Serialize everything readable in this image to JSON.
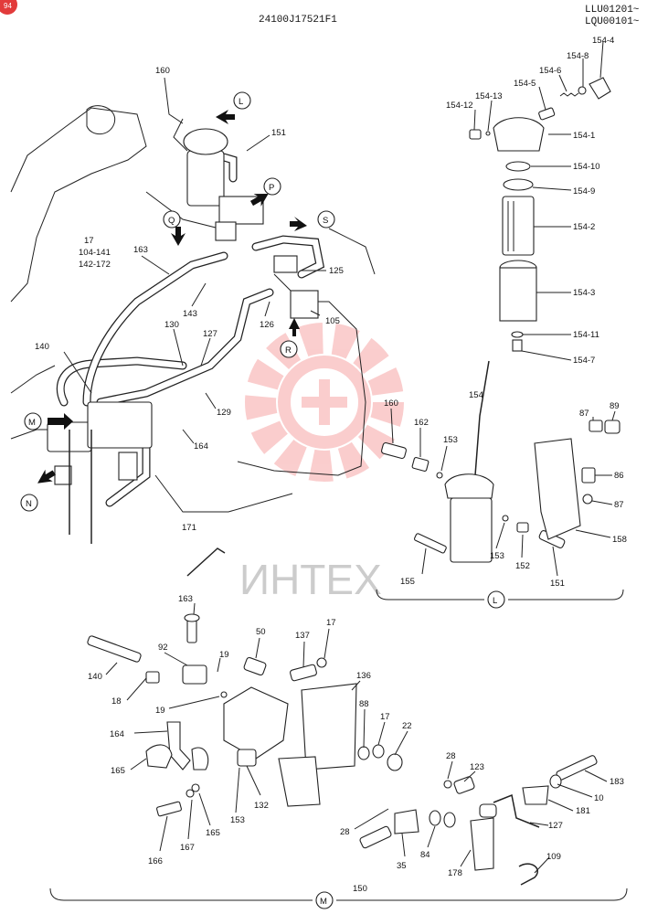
{
  "header": {
    "drawing_number": "24100J17521F1",
    "serial_range_1": "LLU01201~",
    "serial_range_2": "LQU00101~",
    "page_badge": "94"
  },
  "views": {
    "L": "L",
    "M": "M",
    "N": "N",
    "P": "P",
    "Q": "Q",
    "R": "R",
    "S": "S"
  },
  "watermark": {
    "text": "ИНТЕХ",
    "color": "#f06a6a"
  },
  "labels": {
    "l160_top": "160",
    "l151_top": "151",
    "l17_104": "17",
    "l104_141": "104-141",
    "l142_172": "142-172",
    "l163_top": "163",
    "l125": "125",
    "l143": "143",
    "l126": "126",
    "l105": "105",
    "l140_top": "140",
    "l130": "130",
    "l127_top": "127",
    "l129": "129",
    "l164_top": "164",
    "l171": "171",
    "l154_4": "154-4",
    "l154_8": "154-8",
    "l154_6": "154-6",
    "l154_5": "154-5",
    "l154_13": "154-13",
    "l154_12": "154-12",
    "l154_1": "154-1",
    "l154_10": "154-10",
    "l154_9": "154-9",
    "l154_2": "154-2",
    "l154_3": "154-3",
    "l154_11": "154-11",
    "l154_7": "154-7",
    "l154": "154",
    "l160_l": "160",
    "l162": "162",
    "l153_l1": "153",
    "l87_a": "87",
    "l89": "89",
    "l86": "86",
    "l87_b": "87",
    "l158": "158",
    "l155": "155",
    "l153_l2": "153",
    "l152": "152",
    "l151_l": "151",
    "l163_m": "163",
    "l50": "50",
    "l137": "137",
    "l17_a": "17",
    "l140_m": "140",
    "l92": "92",
    "l19_a": "19",
    "l18": "18",
    "l19_b": "19",
    "l136": "136",
    "l88": "88",
    "l17_b": "17",
    "l22": "22",
    "l164_m": "164",
    "l165_a": "165",
    "l28_a": "28",
    "l123": "123",
    "l183": "183",
    "l10": "10",
    "l181": "181",
    "l127_m": "127",
    "l153_m": "153",
    "l132": "132",
    "l165_b": "165",
    "l166": "166",
    "l167": "167",
    "l28_b": "28",
    "l35": "35",
    "l84": "84",
    "l178": "178",
    "l109": "109",
    "l150": "150"
  }
}
